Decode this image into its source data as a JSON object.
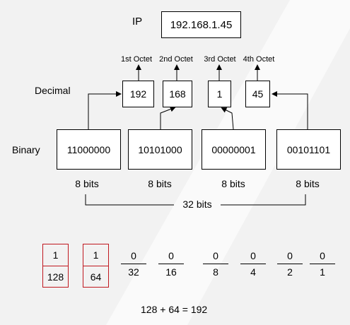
{
  "ip": {
    "label": "IP",
    "value": "192.168.1.45"
  },
  "row_labels": {
    "decimal": "Decimal",
    "binary": "Binary"
  },
  "octets": [
    {
      "name": "1st Octet",
      "decimal": "192",
      "binary": "11000000",
      "bits": "8 bits"
    },
    {
      "name": "2nd Octet",
      "decimal": "168",
      "binary": "10101000",
      "bits": "8 bits"
    },
    {
      "name": "3rd Octet",
      "decimal": "1",
      "binary": "00000001",
      "bits": "8 bits"
    },
    {
      "name": "4th Octet",
      "decimal": "45",
      "binary": "00101101",
      "bits": "8 bits"
    }
  ],
  "total_bits": "32 bits",
  "place_values": [
    {
      "bit": "1",
      "value": "128",
      "highlighted": true
    },
    {
      "bit": "1",
      "value": "64",
      "highlighted": true
    },
    {
      "bit": "0",
      "value": "32",
      "highlighted": false
    },
    {
      "bit": "0",
      "value": "16",
      "highlighted": false
    },
    {
      "bit": "0",
      "value": "8",
      "highlighted": false
    },
    {
      "bit": "0",
      "value": "4",
      "highlighted": false
    },
    {
      "bit": "0",
      "value": "2",
      "highlighted": false
    },
    {
      "bit": "0",
      "value": "1",
      "highlighted": false
    }
  ],
  "equation": "128 + 64 = 192",
  "colors": {
    "highlight": "#c0181f",
    "background": "#f2f2f2"
  }
}
